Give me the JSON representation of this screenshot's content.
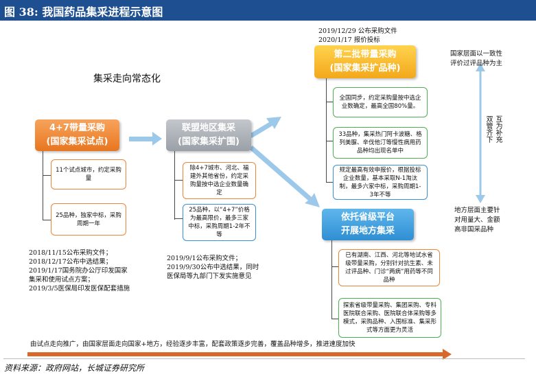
{
  "figure": {
    "label": "图 38:",
    "title": "我国药品集采进程示意图"
  },
  "diagram": {
    "heading": "集采走向常态化",
    "stage1": {
      "title_line1": "4+7带量采购",
      "title_line2": "(国家集采试点)",
      "details": [
        "11个试点城市，约定采购量",
        "25品种，独家中标，采购周期一年"
      ],
      "timeline": [
        "2018/11/15公布采购文件；",
        "2018/12/17公布中选结果；",
        "2019/1/17国务院办公厅印发国家",
        "集采和使用试点方案；",
        "2019/3/5医保局印发医保配套措施"
      ]
    },
    "stage2": {
      "title_line1": "联盟地区集采",
      "title_line2": "(国家集采扩围)",
      "details": [
        "除4+7城市、河北、福建外其他省份，约定采购量按中选企业数量确定",
        "25品种，以“4+7”价格为最高限价，最多三家中标，采购周期1-2年不等"
      ],
      "timeline": [
        "2019/9/1公布采购文件；",
        "2019/9/30公布中选结果，同时",
        "医保局等九部门下发实施意见"
      ]
    },
    "stage3": {
      "dates": [
        "2019/12/29  公布采购文件",
        "2020/1/17  报价投标"
      ],
      "title_line1": "第二批带量采购",
      "title_line2": "(国家集采扩品种)",
      "details": [
        "全国同步，约定采购量按中选企业数确定，最高全国80%量。",
        "33品种，集采热门阿卡波糖、格列美脲、辛伐他汀等慢性病用药品种均出现名单中",
        "规定最高有效申报价，根据投标企业数量，基本采取N-1淘汰制，最多六家中标，采购周期1-3年不等"
      ]
    },
    "stage4": {
      "title_line1": "依托省级平台",
      "title_line2": "开展地方集采",
      "details": [
        "已有湖南、江西、河北等地试水省级带量采购，分别针对抗生素、未过评品种、门诊“两病”用药等不同品种",
        "探索省级带量采购、集团采购、专科医院联合采购、医院联合体采购等多模式，采购品种、入围标准、集采形式等方面更为灵活"
      ]
    },
    "right_panel": {
      "top_note": [
        "国家层面以一致性",
        "评价过评品种为主"
      ],
      "middle_left": "双管齐下",
      "middle_right": "互为补充",
      "bottom_note": [
        "地方层面主要针",
        "对用量大、金额",
        "高非国采品种"
      ]
    },
    "bottom_arrow_text": "由试点走向推广，由国家层面走向国家+地方，经验逐步丰富，配套政策逐步完善，覆盖品种增多，推进速度加快"
  },
  "source": "资料来源：政府网站，长城证券研究所",
  "colors": {
    "title_bar": "#1d4f91",
    "orange": "#e8761f",
    "gray": "#9aa0a7",
    "yellow": "#f3a81b",
    "blue": "#2f8fd3",
    "light_arrow": "#9cc8ea",
    "bottom_arrow": "#d8692a"
  }
}
